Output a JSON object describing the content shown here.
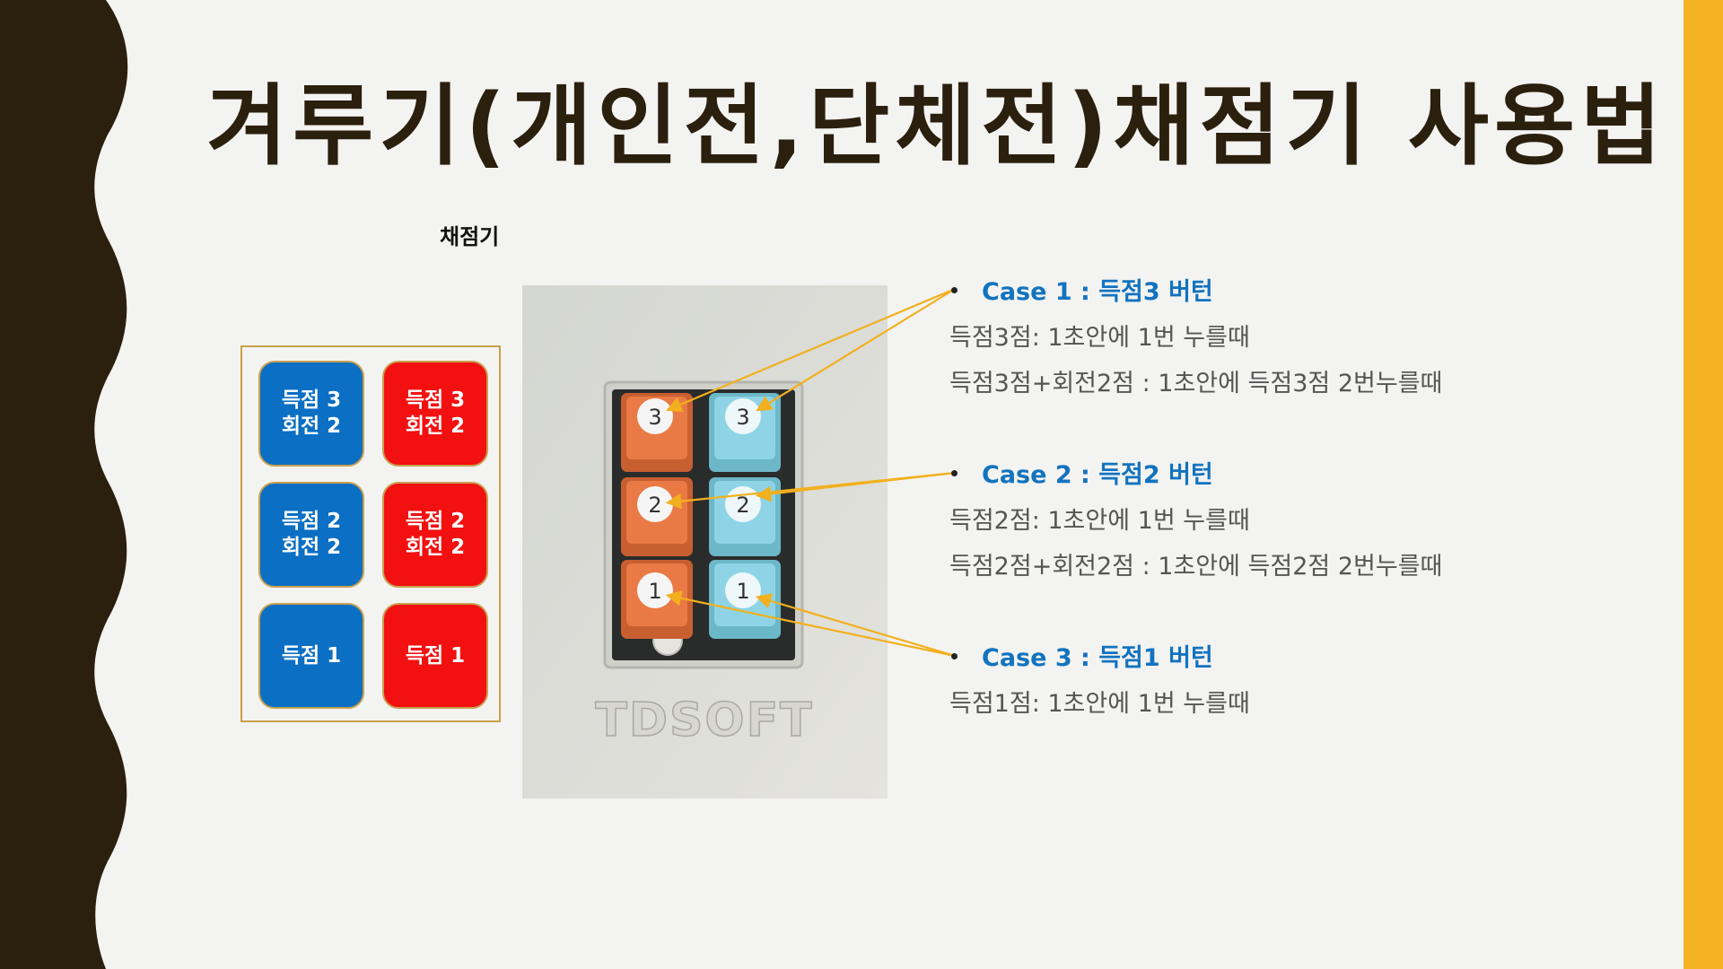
{
  "title": "겨루기(개인전,단체전)채점기 사용법",
  "scorer_label": "채점기",
  "legend": {
    "buttons": [
      {
        "label": "득점 3\n회전 2",
        "color": "blue"
      },
      {
        "label": "득점 3\n회전 2",
        "color": "red"
      },
      {
        "label": "득점 2\n회전 2",
        "color": "blue"
      },
      {
        "label": "득점 2\n회전 2",
        "color": "red"
      },
      {
        "label": "득점 1",
        "color": "blue"
      },
      {
        "label": "득점 1",
        "color": "red"
      }
    ]
  },
  "device": {
    "brand": "TDSOFT",
    "keys": [
      {
        "number": "3",
        "color": "orange"
      },
      {
        "number": "3",
        "color": "cyan"
      },
      {
        "number": "2",
        "color": "orange"
      },
      {
        "number": "2",
        "color": "cyan"
      },
      {
        "number": "1",
        "color": "orange"
      },
      {
        "number": "1",
        "color": "cyan"
      }
    ]
  },
  "cases": [
    {
      "heading": "Case 1 : 득점3 버턴",
      "lines": [
        "득점3점: 1초안에 1번 누를때",
        "득점3점+회전2점 : 1초안에 득점3점 2번누를때"
      ]
    },
    {
      "heading": "Case 2 : 득점2 버턴",
      "lines": [
        "득점2점: 1초안에 1번 누를때",
        "득점2점+회전2점 : 1초안에 득점2점 2번누를때"
      ]
    },
    {
      "heading": "Case 3 : 득점1 버턴",
      "lines": [
        "득점1점: 1초안에 1번 누를때"
      ]
    }
  ],
  "colors": {
    "title": "#2b1f0d",
    "left_band": "#2b1f0d",
    "right_band": "#f5b324",
    "case_heading": "#1273bf",
    "blue_button": "#0b6fc4",
    "red_button": "#f21010",
    "arrow": "#f2b01e",
    "key_orange": "#ea7a45",
    "key_cyan": "#8ed4e6"
  }
}
